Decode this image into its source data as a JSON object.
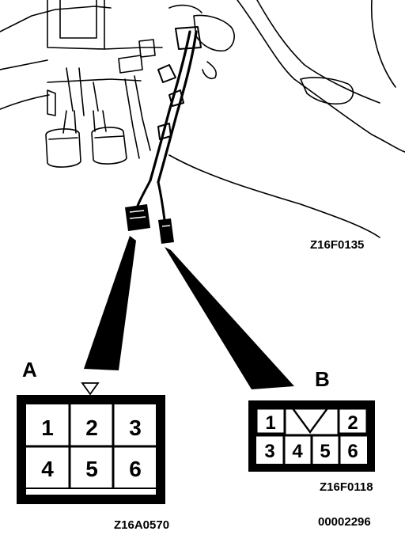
{
  "figure": {
    "ref_top": "Z16F0135",
    "ref_connector_a": "Z16A0570",
    "ref_connector_b": "Z16F0118",
    "doc_number": "00002296"
  },
  "connector_a": {
    "label": "A",
    "pins": [
      "1",
      "2",
      "3",
      "4",
      "5",
      "6"
    ]
  },
  "connector_b": {
    "label": "B",
    "pins_top": [
      "1",
      "2"
    ],
    "pins_bottom": [
      "3",
      "4",
      "5",
      "6"
    ]
  },
  "colors": {
    "ink": "#000000",
    "paper": "#ffffff"
  }
}
